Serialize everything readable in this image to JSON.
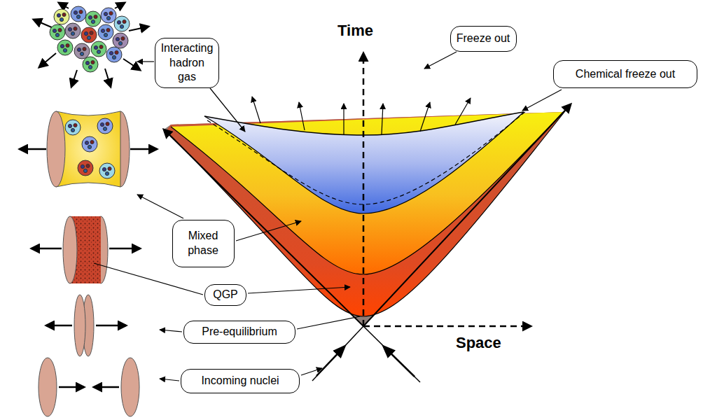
{
  "diagram": {
    "nodes": [
      {
        "text": [
          "Freeze out"
        ]
      },
      {
        "text": [
          "Interacting hadron gas"
        ]
      },
      {
        "text": [
          "Chemical freeze out"
        ]
      },
      {
        "text": [
          "Mixed phase"
        ]
      },
      {
        "text": [
          "QGP"
        ]
      },
      {
        "text": [
          "Pre-equilibrium"
        ]
      },
      {
        "text": [
          "Incoming nuclei"
        ]
      }
    ],
    "edges": [],
    "labels": [
      "Time",
      "Space"
    ]
  }
}
